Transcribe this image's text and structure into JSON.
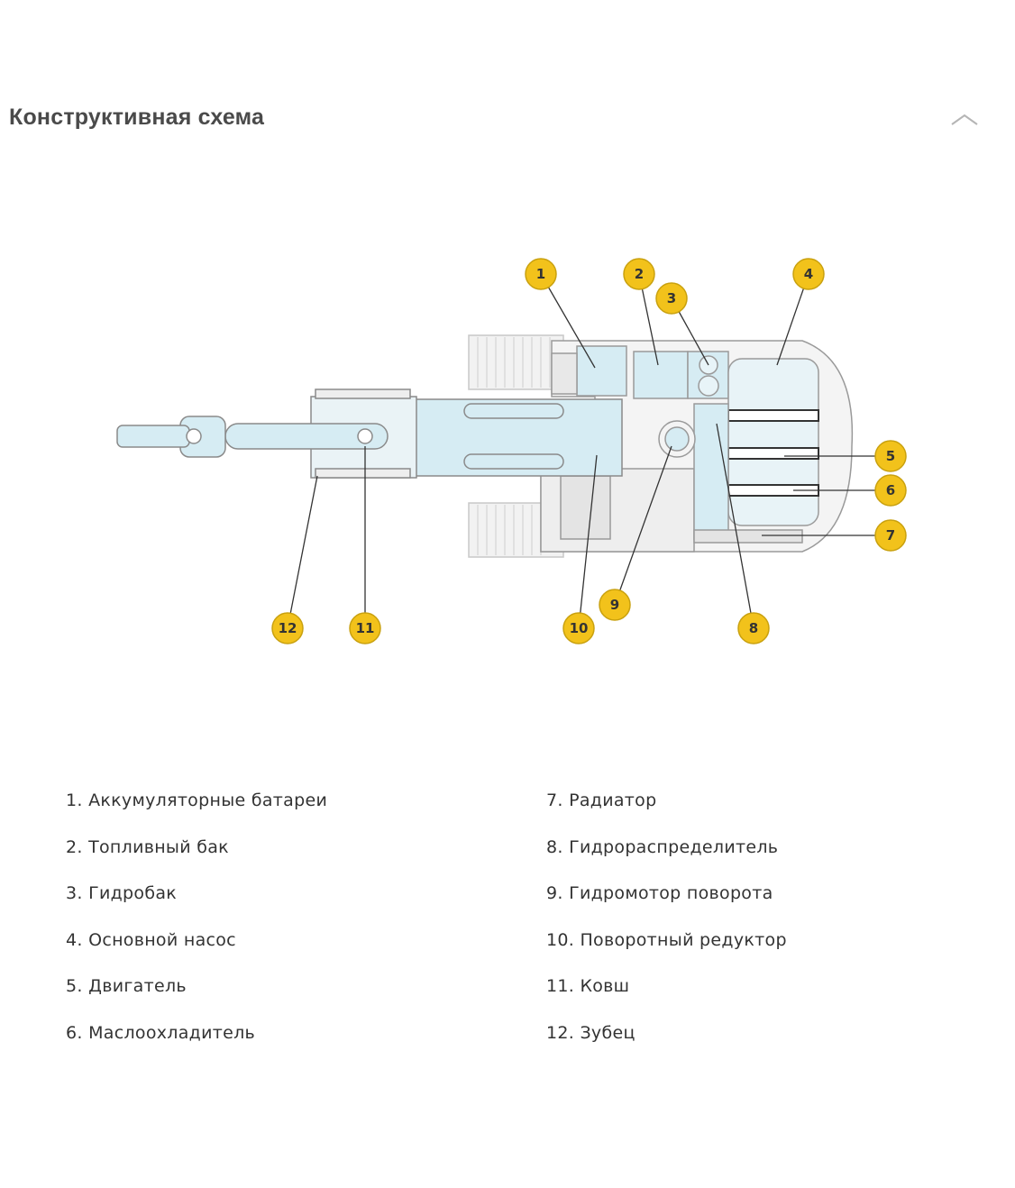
{
  "section": {
    "title": "Конструктивная схема",
    "toggle_icon": "chevron-up-icon"
  },
  "diagram": {
    "callouts": [
      "1",
      "2",
      "3",
      "4",
      "5",
      "6",
      "7",
      "8",
      "9",
      "10",
      "11",
      "12"
    ],
    "callout_color": "#f2c21b",
    "machine_color": "#d6ecf3"
  },
  "legend": {
    "left": [
      "1. Аккумуляторные батареи",
      "2. Топливный бак",
      "3. Гидробак",
      "4. Основной насос",
      "5. Двигатель",
      "6. Маслоохладитель"
    ],
    "right": [
      "7. Радиатор",
      "8. Гидрораспределитель",
      "9. Гидромотор поворота",
      "10. Поворотный редуктор",
      "11. Ковш",
      "12. Зубец"
    ]
  }
}
